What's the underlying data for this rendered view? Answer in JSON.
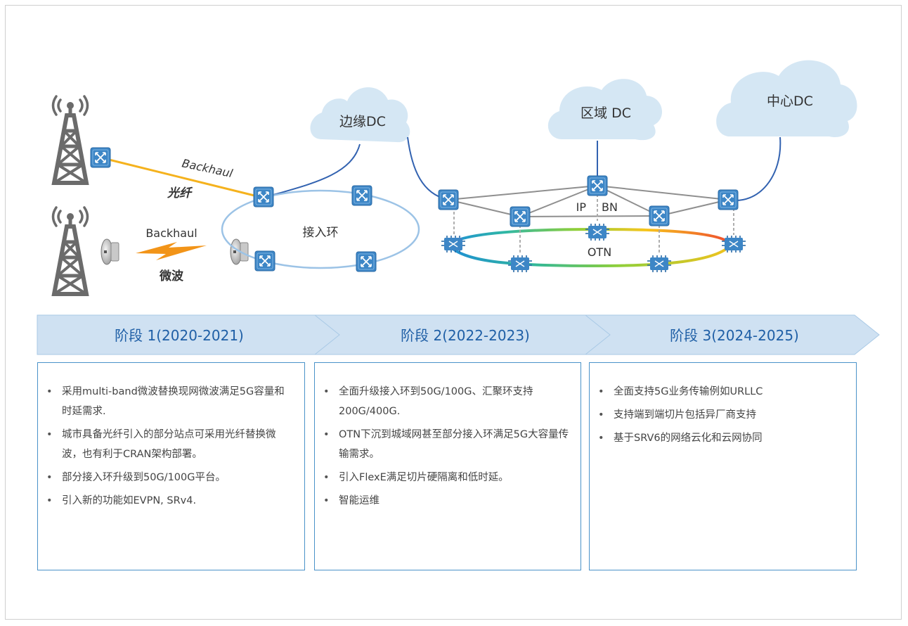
{
  "diagram": {
    "clouds": {
      "edge_dc": "边缘DC",
      "region_dc": "区域 DC",
      "center_dc": "中心DC"
    },
    "backhaul_fiber": {
      "title": "Backhaul",
      "sub": "光纤"
    },
    "backhaul_microwave": {
      "title": "Backhaul",
      "sub": "微波"
    },
    "access_ring": "接入环",
    "ipbn_left": "IP",
    "ipbn_right": "BN",
    "otn": "OTN"
  },
  "stages": [
    {
      "title": "阶段 1(2020-2021)",
      "items": [
        "采用multi-band微波替换现网微波满足5G容量和时延需求.",
        "城市具备光纤引入的部分站点可采用光纤替换微波，也有利于CRAN架构部署。",
        "部分接入环升级到50G/100G平台。",
        "引入新的功能如EVPN, SRv4."
      ]
    },
    {
      "title": "阶段 2(2022-2023)",
      "items": [
        "全面升级接入环到50G/100G、汇聚环支持200G/400G.",
        "OTN下沉到城域网甚至部分接入环满足5G大容量传输需求。",
        "引入FlexE满足切片硬隔离和低时延。",
        "智能运维"
      ]
    },
    {
      "title": "阶段 3(2024-2025)",
      "items": [
        "全面支持5G业务传输例如URLLC",
        "支持端到端切片包括异厂商支持",
        "基于SRV6的网络云化和云网协同"
      ]
    }
  ],
  "colors": {
    "cloud": "#d5e7f4",
    "router": "#3d86c6",
    "fiber": "#f5b21d",
    "ring": "#9cc3e6",
    "uplink": "#3262b0",
    "chevron": "#cfe1f2",
    "stage_text": "#1f5fa6"
  }
}
